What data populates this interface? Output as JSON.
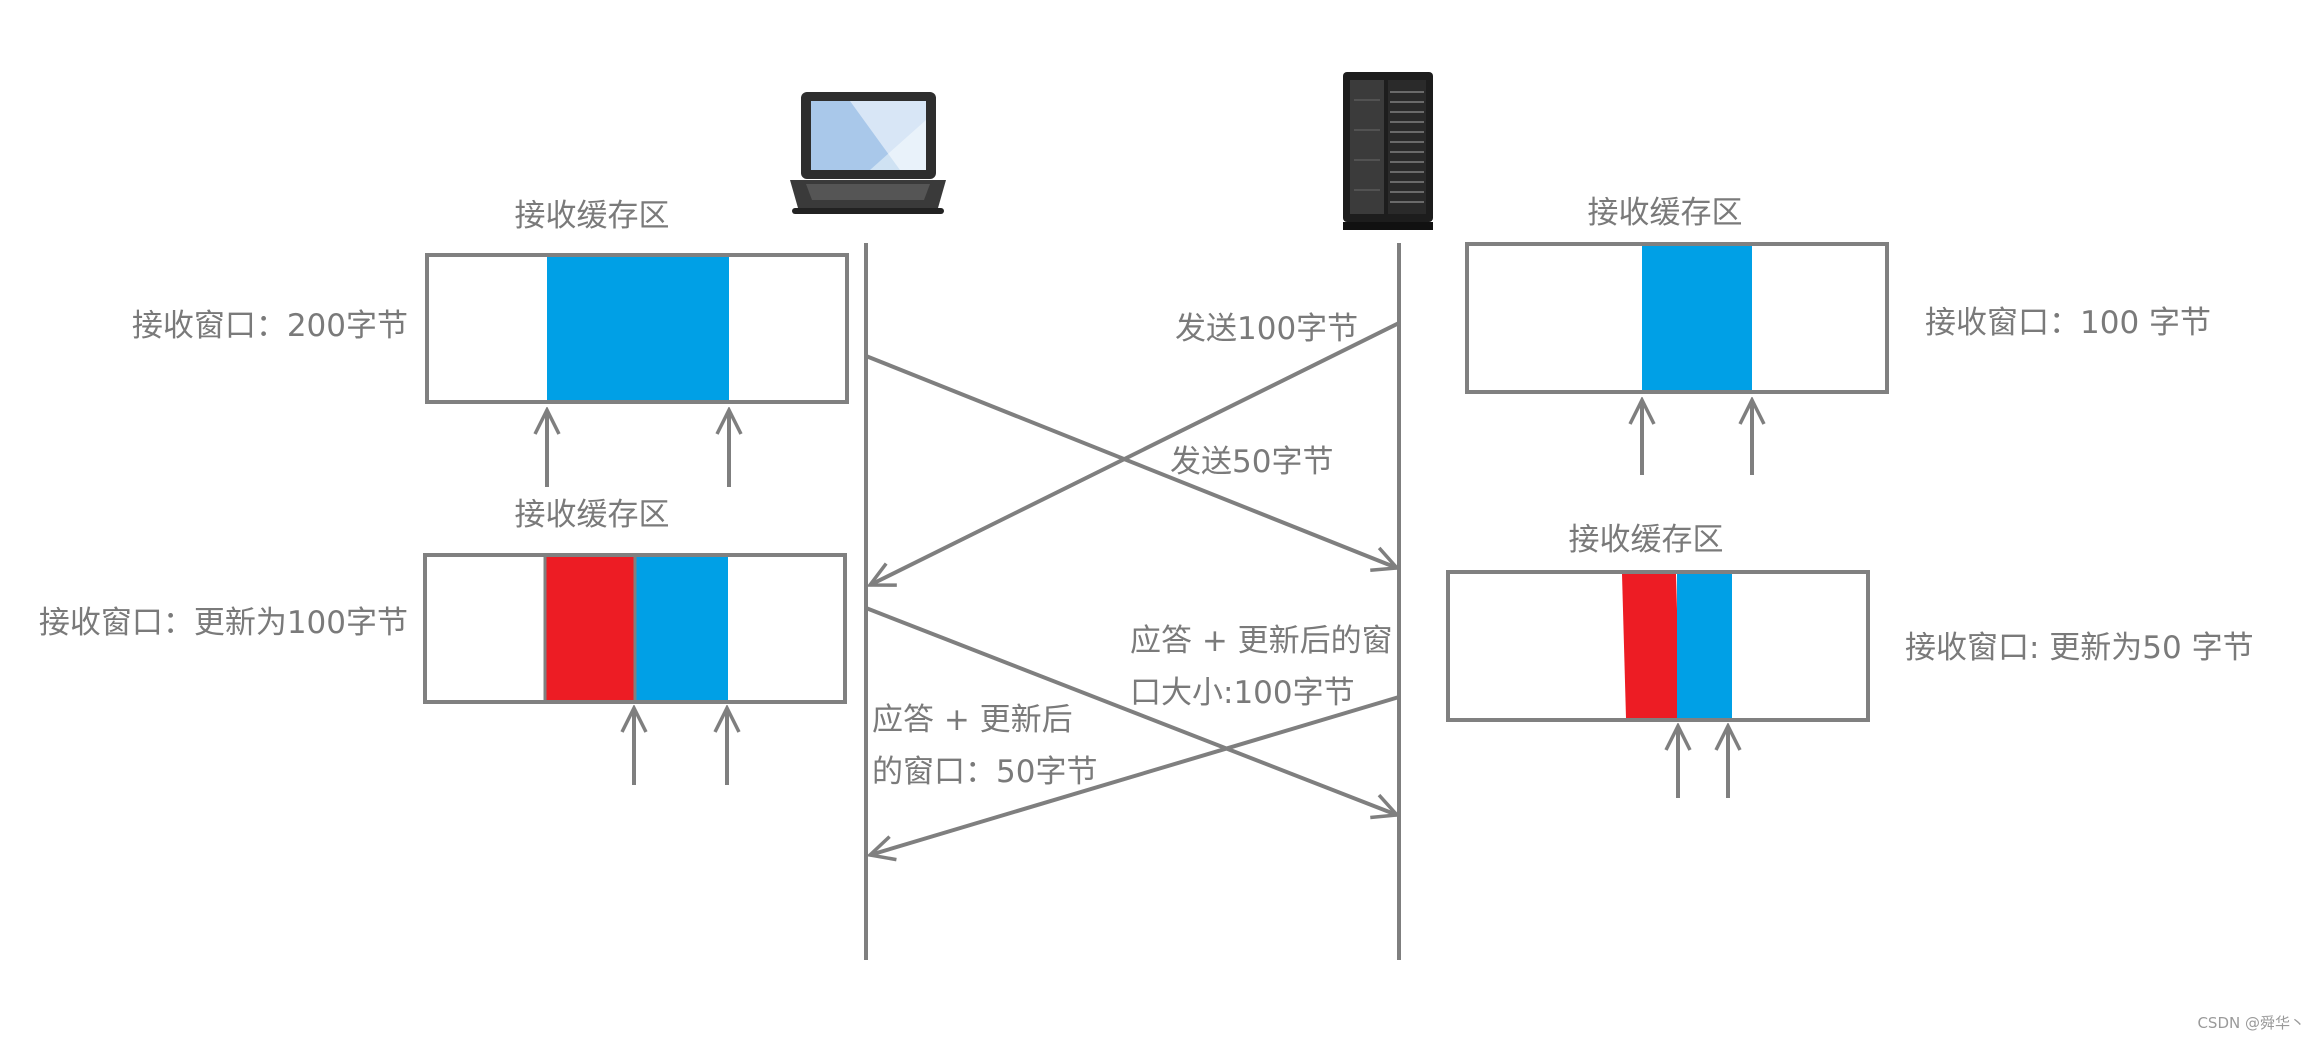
{
  "colors": {
    "line": "#7f7f7f",
    "box_border": "#808080",
    "free_window": "#00a0e6",
    "used_buffer": "#ed1c24",
    "text": "#7a7a7a"
  },
  "icons": {
    "client": "laptop-icon",
    "server": "server-rack-icon"
  },
  "client": {
    "buffer_1": {
      "title": "接收缓存区",
      "window_label": "接收窗口：200字节"
    },
    "buffer_2": {
      "title": "接收缓存区",
      "window_label": "接收窗口：更新为100字节"
    }
  },
  "server": {
    "buffer_1": {
      "title": "接收缓存区",
      "window_label": "接收窗口：100 字节"
    },
    "buffer_2": {
      "title": "接收缓存区",
      "window_label": "接收窗口: 更新为50 字节"
    }
  },
  "messages": {
    "server_send": "发送100字节",
    "client_send": "发送50字节",
    "server_ack": [
      "应答 + 更新后的窗",
      "口大小:100字节"
    ],
    "client_ack": [
      "应答 + 更新后",
      "的窗口：50字节"
    ]
  },
  "watermark": "CSDN @舜华丶"
}
